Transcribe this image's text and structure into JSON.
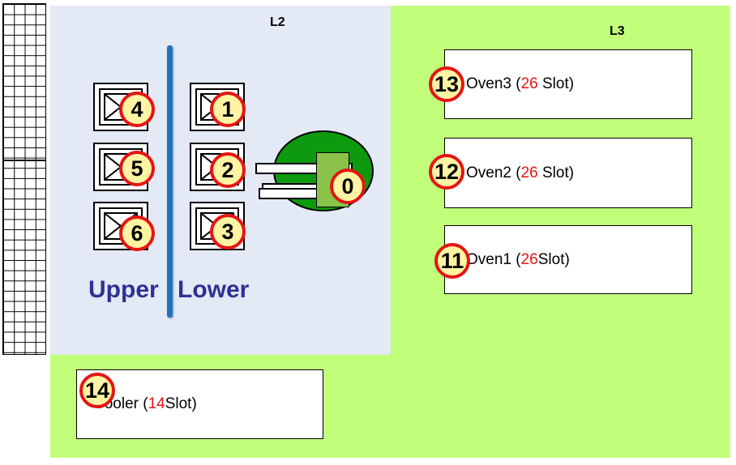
{
  "zones": {
    "l2_label": "L2",
    "l3_label": "L3"
  },
  "side_labels": {
    "upper": "Upper",
    "lower": "Lower"
  },
  "ports": [
    {
      "id": "4",
      "side": "upper"
    },
    {
      "id": "5",
      "side": "upper"
    },
    {
      "id": "6",
      "side": "upper"
    },
    {
      "id": "1",
      "side": "lower"
    },
    {
      "id": "2",
      "side": "lower"
    },
    {
      "id": "3",
      "side": "lower"
    }
  ],
  "robot": {
    "id": "0"
  },
  "ovens": [
    {
      "id": "13",
      "name_prefix": "Oven3 (",
      "count": "26",
      "suffix": " Slot)"
    },
    {
      "id": "12",
      "name_prefix": "Oven2 (",
      "count": "26",
      "suffix": " Slot)"
    },
    {
      "id": "11",
      "name_prefix": "Oven1 (",
      "count": "26",
      "suffix": "Slot)"
    }
  ],
  "cooler": {
    "id": "14",
    "name_prefix": "Cooler (",
    "count": "14",
    "suffix": "Slot)"
  },
  "colors": {
    "l2": "#e3e9f5",
    "l3": "#c1ff7a",
    "badge_fill": "#fff4a3",
    "badge_ring": "#e61414",
    "slot_count": "#e61414",
    "label_text": "#2e3192",
    "bar": "#1e73be",
    "robot": "#0e9a0e"
  }
}
